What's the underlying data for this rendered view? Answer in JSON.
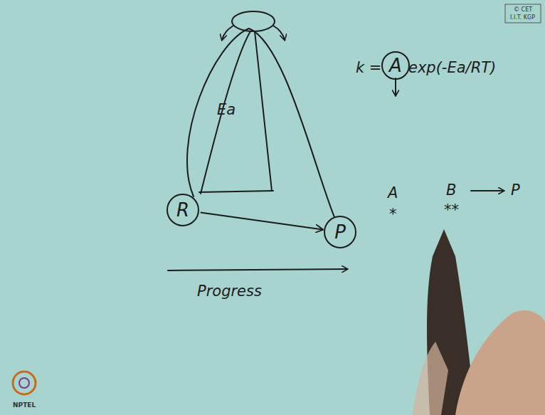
{
  "diagram": {
    "nodes": [
      {
        "text": [
          "R"
        ]
      },
      {
        "text": [
          "P"
        ]
      },
      {
        "text": [
          "A"
        ]
      }
    ],
    "edges": [
      {
        "from": 0,
        "to": 1,
        "arrow": "to"
      }
    ],
    "labels": [
      "Ea",
      "Progress",
      "k =",
      "exp(-Ea/RT)",
      "A",
      "*",
      "B",
      "**",
      "P",
      "© CET",
      "I.I.T. KGP",
      "NPTEL"
    ]
  }
}
